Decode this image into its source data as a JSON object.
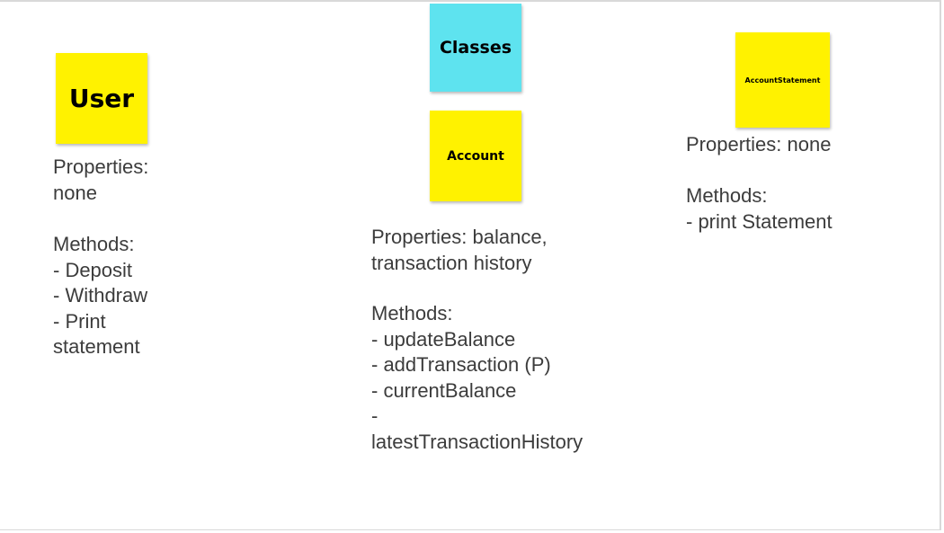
{
  "colors": {
    "sticky_yellow": "#fff200",
    "sticky_cyan": "#5ee3ef",
    "text": "#3c3c3c"
  },
  "header_note": {
    "label": "Classes"
  },
  "classes": [
    {
      "name": "User",
      "properties_text": "Properties:\nnone",
      "methods_text": "Methods:\n- Deposit\n- Withdraw\n- Print\nstatement"
    },
    {
      "name": "Account",
      "properties_text": "Properties: balance,\ntransaction history",
      "methods_text": "Methods:\n- updateBalance\n- addTransaction (P)\n- currentBalance\n-\nlatestTransactionHistory"
    },
    {
      "name": "AccountStatement",
      "properties_text": "Properties: none",
      "methods_text": "Methods:\n- print Statement"
    }
  ]
}
